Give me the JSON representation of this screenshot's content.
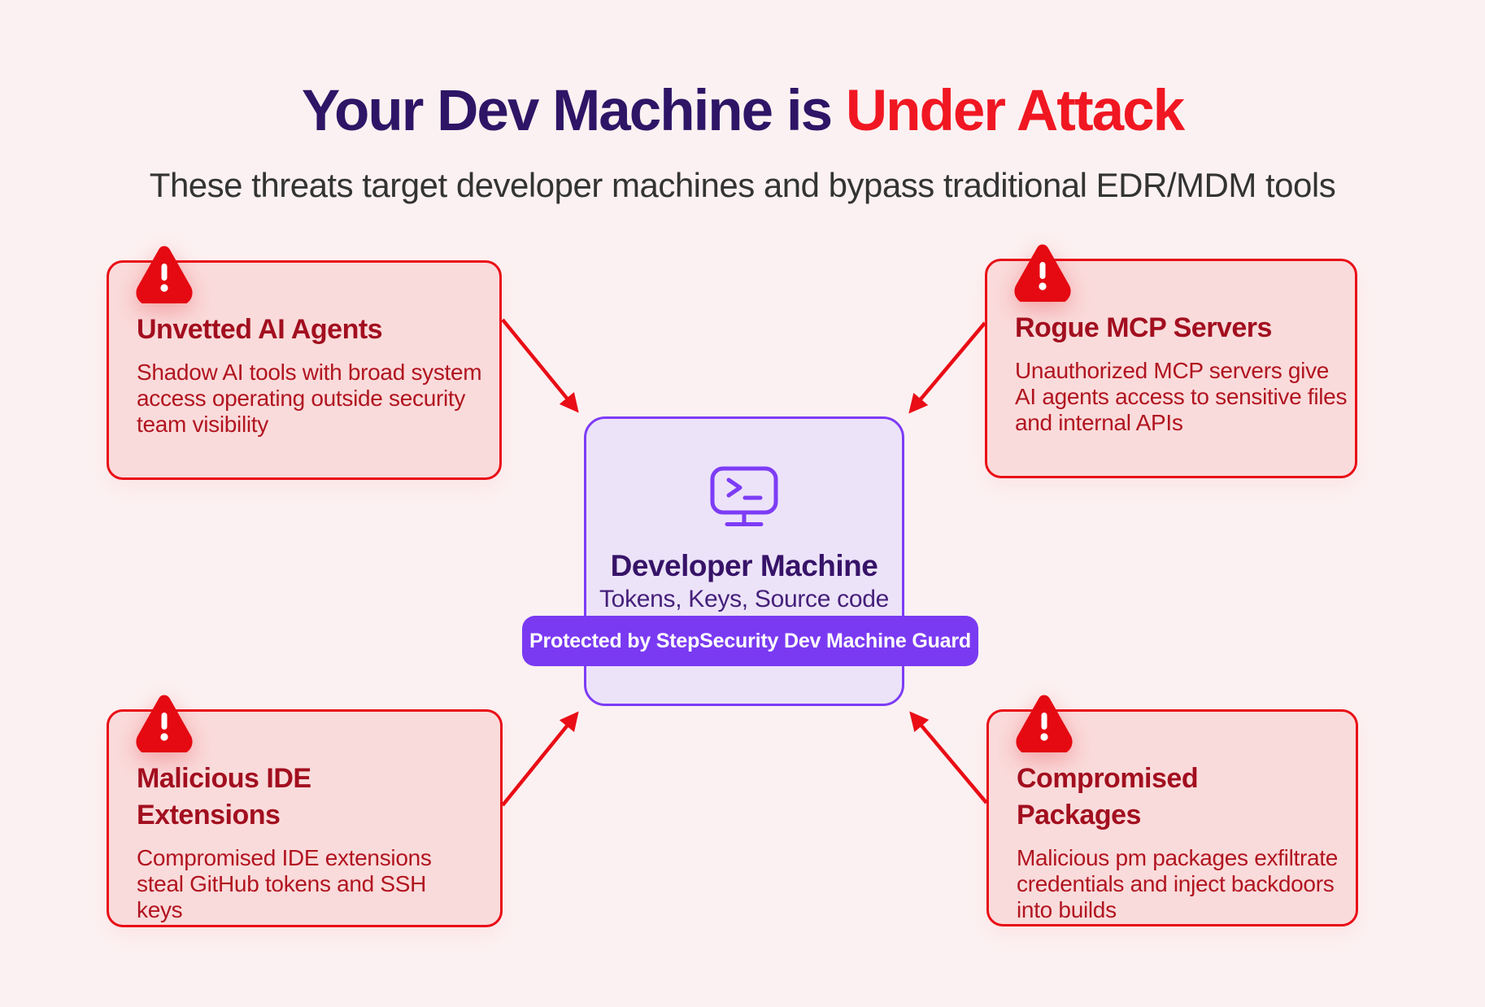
{
  "header": {
    "title_dark": "Your Dev Machine is ",
    "title_red": "Under Attack",
    "subtitle": "These threats target developer machines and bypass traditional EDR/MDM tools"
  },
  "threats": [
    {
      "id": "unvetted-ai-agents",
      "position": "top-left",
      "icon": "warning-icon",
      "title": "Unvetted AI Agents",
      "description": "Shadow AI tools with broad system\naccess operating outside security\nteam visibility"
    },
    {
      "id": "rogue-mcp-servers",
      "position": "top-right",
      "icon": "warning-icon",
      "title": "Rogue MCP Servers",
      "description": "Unauthorized MCP servers give\nAI agents access to sensitive files\nand internal APIs"
    },
    {
      "id": "malicious-ide-extensions",
      "position": "bottom-left",
      "icon": "warning-icon",
      "title": "Malicious IDE\nExtensions",
      "description": "Compromised IDE extensions\nsteal GitHub tokens and SSH\nkeys"
    },
    {
      "id": "compromised-packages",
      "position": "bottom-right",
      "icon": "warning-icon",
      "title": "Compromised\nPackages",
      "description": "Malicious pm packages exfiltrate\ncredentials and inject backdoors\ninto builds"
    }
  ],
  "machine": {
    "icon": "terminal-monitor-icon",
    "title": "Developer Machine",
    "subtitle": "Tokens, Keys, Source code",
    "badge": "Protected by StepSecurity Dev Machine Guard"
  },
  "colors": {
    "background": "#fcf1f2",
    "threat_box_fill": "#fadbdb",
    "threat_border_red": "#e90d16",
    "threat_title_red": "#a20f1f",
    "threat_body_red": "#b11520",
    "warning_icon_red": "#e50912",
    "title_navy": "#2f1566",
    "title_red": "#f01722",
    "subtitle_gray": "#333333",
    "machine_fill": "#ece3f9",
    "machine_border_purple": "#7d3cf5",
    "machine_title_purple": "#371368",
    "badge_purple": "#7a3af2",
    "arrow_red": "#e90d16"
  }
}
